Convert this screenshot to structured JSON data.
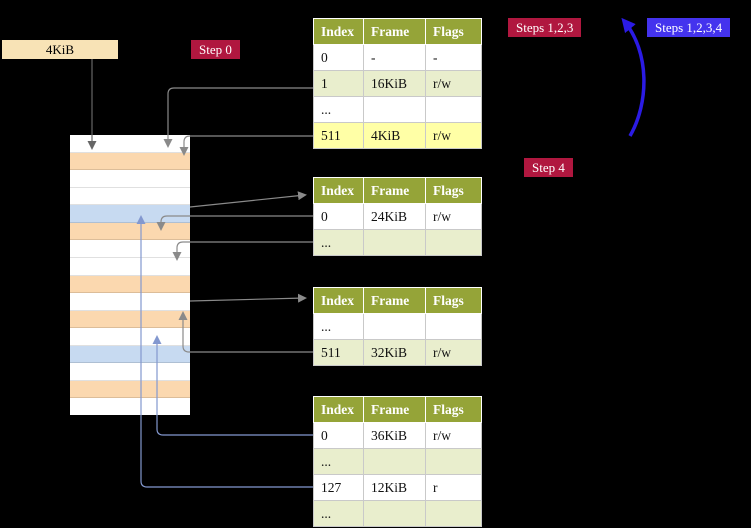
{
  "colors": {
    "bg": "#000000",
    "badge_red": "#b0173f",
    "badge_blue": "#4433ee",
    "tan": "#f8e3b6",
    "olive": "#95a438",
    "green_row": "#e9eecd",
    "highlight_row": "#ffffa6",
    "peach_row": "#fbd8af",
    "blue_row": "#c7daf1",
    "white_row": "#ffffff",
    "arrow_gray": "#8a8a8a",
    "arrow_dark": "#666666",
    "arrow_blue_light": "#8398cf",
    "arrow_blue_big": "#2b1be4"
  },
  "labels": {
    "frame_size": "4KiB",
    "step0": "Step 0",
    "steps123": "Steps 1,2,3",
    "steps1234": "Steps 1,2,3,4",
    "step4": "Step 4"
  },
  "memory": {
    "rows": [
      "white",
      "peach",
      "white",
      "white",
      "blue",
      "peach",
      "white",
      "white",
      "peach",
      "white",
      "peach",
      "white",
      "blue",
      "white",
      "peach",
      "white"
    ]
  },
  "tables": [
    {
      "headers": [
        "Index",
        "Frame",
        "Flags"
      ],
      "rows": [
        {
          "variant": "white",
          "cells": [
            "0",
            "-",
            "-"
          ]
        },
        {
          "variant": "green",
          "cells": [
            "1",
            "16KiB",
            "r/w"
          ]
        },
        {
          "variant": "white",
          "cells": [
            "...",
            "",
            ""
          ]
        },
        {
          "variant": "highlight",
          "cells": [
            "511",
            "4KiB",
            "r/w"
          ]
        }
      ]
    },
    {
      "headers": [
        "Index",
        "Frame",
        "Flags"
      ],
      "rows": [
        {
          "variant": "white",
          "cells": [
            "0",
            "24KiB",
            "r/w"
          ]
        },
        {
          "variant": "green",
          "cells": [
            "...",
            "",
            ""
          ]
        }
      ]
    },
    {
      "headers": [
        "Index",
        "Frame",
        "Flags"
      ],
      "rows": [
        {
          "variant": "white",
          "cells": [
            "...",
            "",
            ""
          ]
        },
        {
          "variant": "green",
          "cells": [
            "511",
            "32KiB",
            "r/w"
          ]
        }
      ]
    },
    {
      "headers": [
        "Index",
        "Frame",
        "Flags"
      ],
      "rows": [
        {
          "variant": "white",
          "cells": [
            "0",
            "36KiB",
            "r/w"
          ]
        },
        {
          "variant": "green",
          "cells": [
            "...",
            "",
            ""
          ]
        },
        {
          "variant": "white",
          "cells": [
            "127",
            "12KiB",
            "r"
          ]
        },
        {
          "variant": "green",
          "cells": [
            "...",
            "",
            ""
          ]
        }
      ]
    }
  ]
}
